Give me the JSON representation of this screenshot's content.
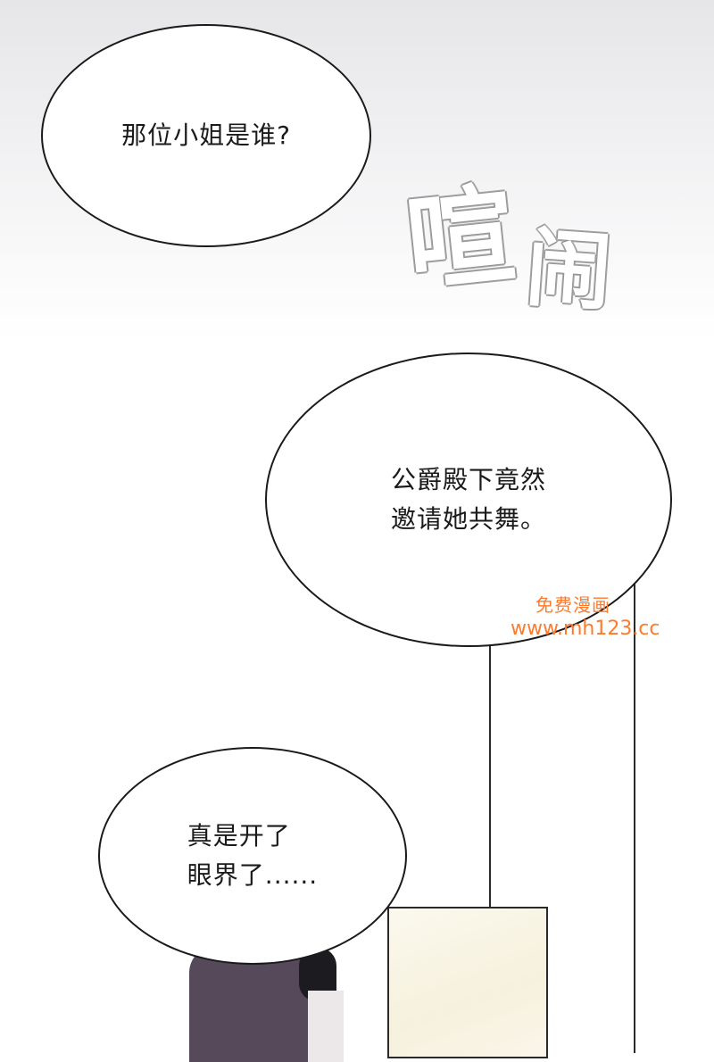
{
  "bubbles": {
    "first": "那位小姐是谁?",
    "second": "公爵殿下竟然\n邀请她共舞。",
    "third": "真是开了\n眼界了......"
  },
  "sfx": {
    "char1": "喧",
    "char2": "闹"
  },
  "watermark": {
    "line1": "免费漫画",
    "line2": "www.mh123.cc"
  },
  "colors": {
    "watermark": "#ff7a2a",
    "outline": "#1a1a1a"
  }
}
